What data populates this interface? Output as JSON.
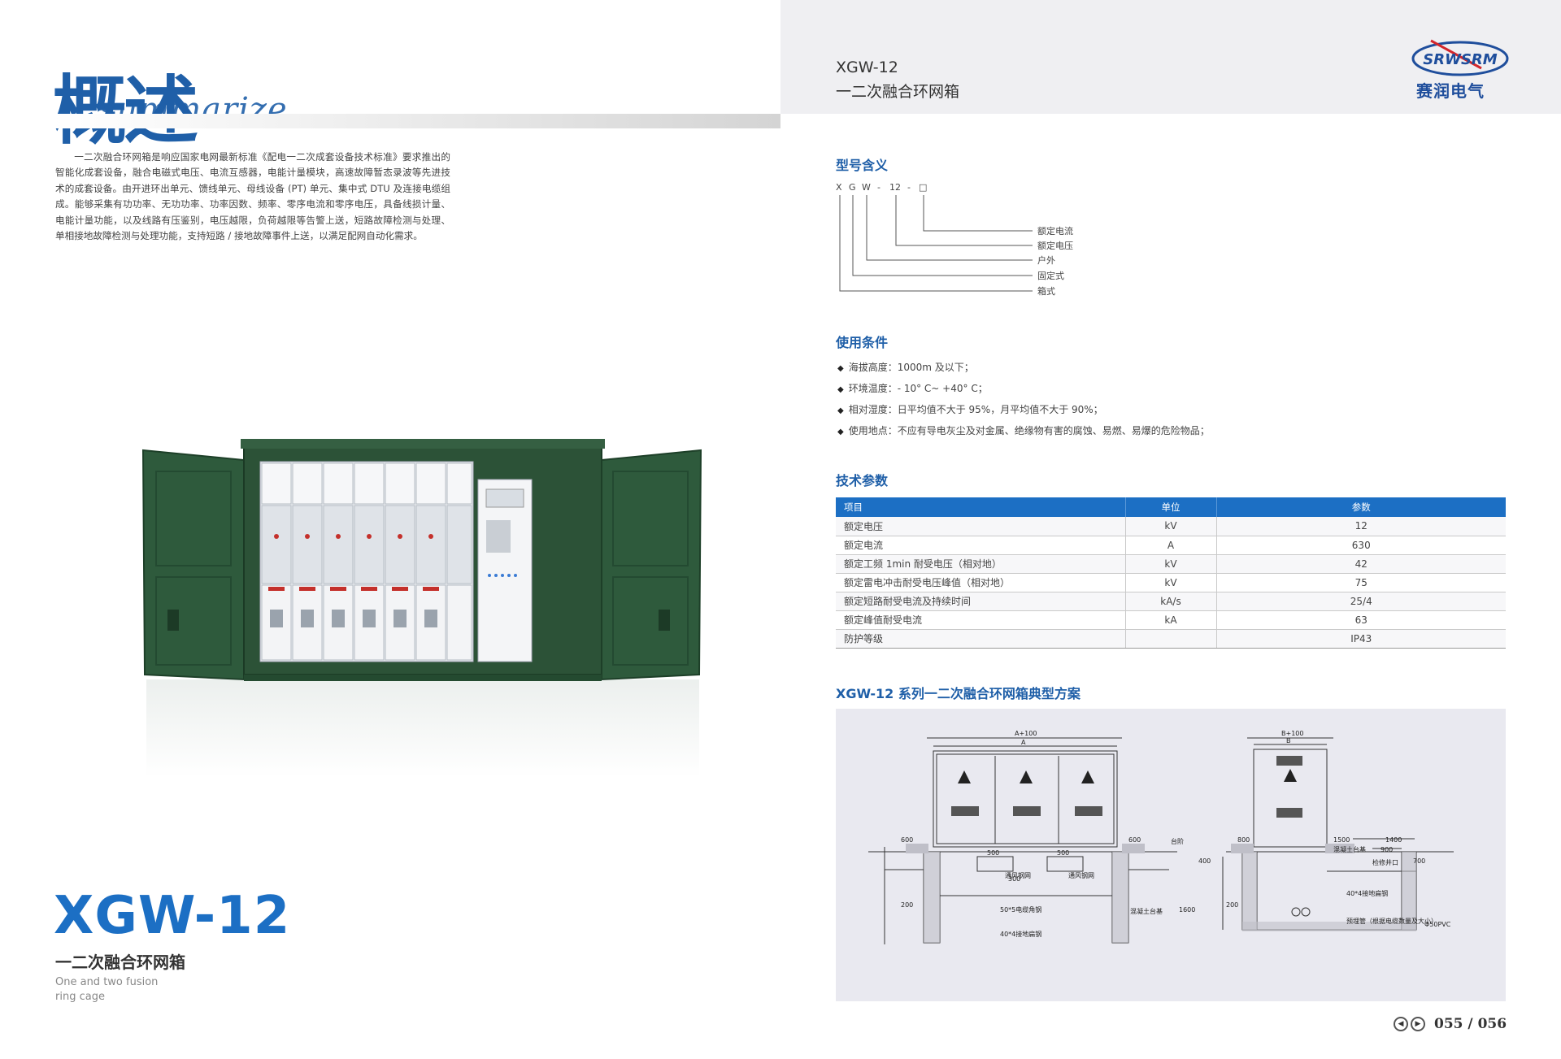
{
  "left": {
    "title_cn": "概述",
    "title_script": "summarize",
    "intro": "一二次融合环网箱是响应国家电网最新标准《配电一二次成套设备技术标准》要求推出的智能化成套设备，融合电磁式电压、电流互感器，电能计量模块，高速故障暂态录波等先进技术的成套设备。由开进环出单元、馈线单元、母线设备 (PT) 单元、集中式 DTU 及连接电缆组成。能够采集有功功率、无功功率、功率因数、频率、零序电流和零序电压，具备线损计量、电能计量功能，以及线路有压鉴别，电压越限，负荷越限等告警上送，短路故障检测与处理、单相接地故障检测与处理功能，支持短路 / 接地故障事件上送，以满足配网自动化需求。",
    "model": "XGW-12",
    "model_cn": "一二次融合环网箱",
    "model_en": "One and two fusion ring cage"
  },
  "header": {
    "model": "XGW-12",
    "name": "一二次融合环网箱",
    "logo_en": "SRWSRM",
    "logo_cn": "赛润电气"
  },
  "model_meaning": {
    "title": "型号含义",
    "code_chars": [
      "X",
      "G",
      "W",
      "-",
      "12",
      "-",
      "□"
    ],
    "meanings": [
      "额定电流",
      "额定电压",
      "户外",
      "固定式",
      "箱式"
    ]
  },
  "conditions": {
    "title": "使用条件",
    "items": [
      "海拔高度：1000m 及以下；",
      "环境温度：- 10° C~ +40° C；",
      "相对湿度：日平均值不大于 95%，月平均值不大于 90%；",
      "使用地点：不应有导电灰尘及对金属、绝缘物有害的腐蚀、易燃、易爆的危险物品；"
    ]
  },
  "specs": {
    "title": "技术参数",
    "headers": [
      "项目",
      "单位",
      "参数"
    ],
    "rows": [
      [
        "额定电压",
        "kV",
        "12"
      ],
      [
        "额定电流",
        "A",
        "630"
      ],
      [
        "额定工频 1min 耐受电压（相对地）",
        "kV",
        "42"
      ],
      [
        "额定雷电冲击耐受电压峰值（相对地）",
        "kV",
        "75"
      ],
      [
        "额定短路耐受电流及持续时间",
        "kA/s",
        "25/4"
      ],
      [
        "额定峰值耐受电流",
        "kA",
        "63"
      ],
      [
        "防护等级",
        "",
        "IP43"
      ]
    ]
  },
  "drawing": {
    "title": "XGW-12 系列一二次融合环网箱典型方案",
    "labels": {
      "a100": "A+100",
      "a": "A",
      "b100": "B+100",
      "b": "B",
      "d600": "600",
      "d200": "200",
      "d500": "500",
      "d300": "300",
      "d1500": "1500",
      "d1400": "1400",
      "d900": "900",
      "d700": "700",
      "d1600": "1600",
      "d400": "400",
      "d800": "800",
      "taijie": "台阶",
      "tongfeng": "通风钢网",
      "jiaogang": "50*5电缆角钢",
      "jiedi": "40*4接地扁钢",
      "hunningtu": "混凝土台基",
      "jiedi2": "40*4接地扁钢",
      "yumai": "预埋管（根据电缆数量及大小）",
      "pvc": "Φ50PVC",
      "jianxiu": "检修井口"
    }
  },
  "page": {
    "current": "055",
    "total": "056",
    "separator": "/"
  },
  "colors": {
    "accent": "#1c6fc4",
    "cabinet": "#2e5a3c",
    "header_band": "#efeff2"
  }
}
